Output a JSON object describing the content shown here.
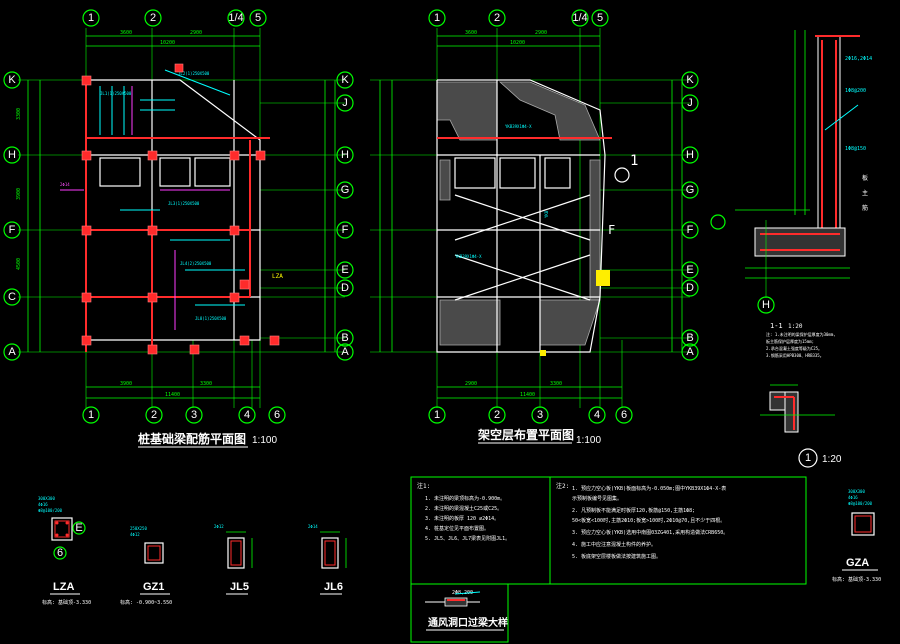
{
  "drawings": {
    "plan_left": {
      "title": "桩基础梁配筋平面图",
      "scale": "1:100",
      "axes_top": [
        "1",
        "2",
        "1/4",
        "5"
      ],
      "axes_bottom": [
        "1",
        "2",
        "3",
        "4",
        "6"
      ],
      "axes_left": [
        "K",
        "H",
        "F",
        "C",
        "A"
      ],
      "axes_right": [
        "K",
        "J",
        "H",
        "G",
        "F",
        "E",
        "D",
        "B",
        "A"
      ],
      "labels": [
        "LZA"
      ]
    },
    "plan_right": {
      "title": "架空层布置平面图",
      "scale": "1:100",
      "axes_top": [
        "1",
        "2",
        "1/4",
        "5"
      ],
      "axes_bottom": [
        "1",
        "2",
        "3",
        "4",
        "6"
      ],
      "axes_right": [
        "K",
        "J",
        "H",
        "G",
        "F",
        "E",
        "D",
        "B",
        "A"
      ],
      "labels": [
        "F",
        "1"
      ]
    },
    "section_1_1": {
      "title": "1-1",
      "scale": "1:20",
      "axis": "H"
    },
    "detail_1": {
      "mark": "1",
      "scale": "1:20"
    }
  },
  "notes_1": {
    "heading": "注1:",
    "lines": [
      "1. 未注明的梁顶标高为-0.900m。",
      "2. 未注明的梁混凝土C25或C25。",
      "3. 未注明的板厚 120    ⌀2Φ14。",
      "4. 桩基定位见平面布置图。",
      "5. JL5、JL6、JL7梁表见附图JL1。"
    ]
  },
  "notes_2": {
    "heading": "注2:",
    "lines": [
      "1. 预应力空心板(YKB)板面标高为-0.050m;图中YKB39X1Ф4-X-表",
      "   示预制板编号见图集。",
      "2. 凡预制板不能满足时板厚120,板筋@150,主筋1Ф8;",
      "   50<板宽<100时,主筋2Ф10;板宽>100时,2Ф10@70,且不少于四根。",
      "3. 预应力空心板(YKB)选用中南图03ZG401,采用构造做法CRB650。",
      "4. 施工中应注意混凝土构件的养护。",
      "5. 板底架空层楼板做法按建筑施工图。"
    ]
  },
  "details": [
    {
      "mark": "LZA",
      "note": "标高: 基础顶-3.330"
    },
    {
      "mark": "GZ1",
      "note": "标高: -0.900~3.550"
    },
    {
      "mark": "JL5",
      "note": ""
    },
    {
      "mark": "JL6",
      "note": ""
    },
    {
      "mark": "GZA",
      "note": "标高: 基础顶-3.330"
    }
  ],
  "bottom_detail": {
    "title": "通风洞口过梁大样",
    "label": "2Φ8,200"
  }
}
